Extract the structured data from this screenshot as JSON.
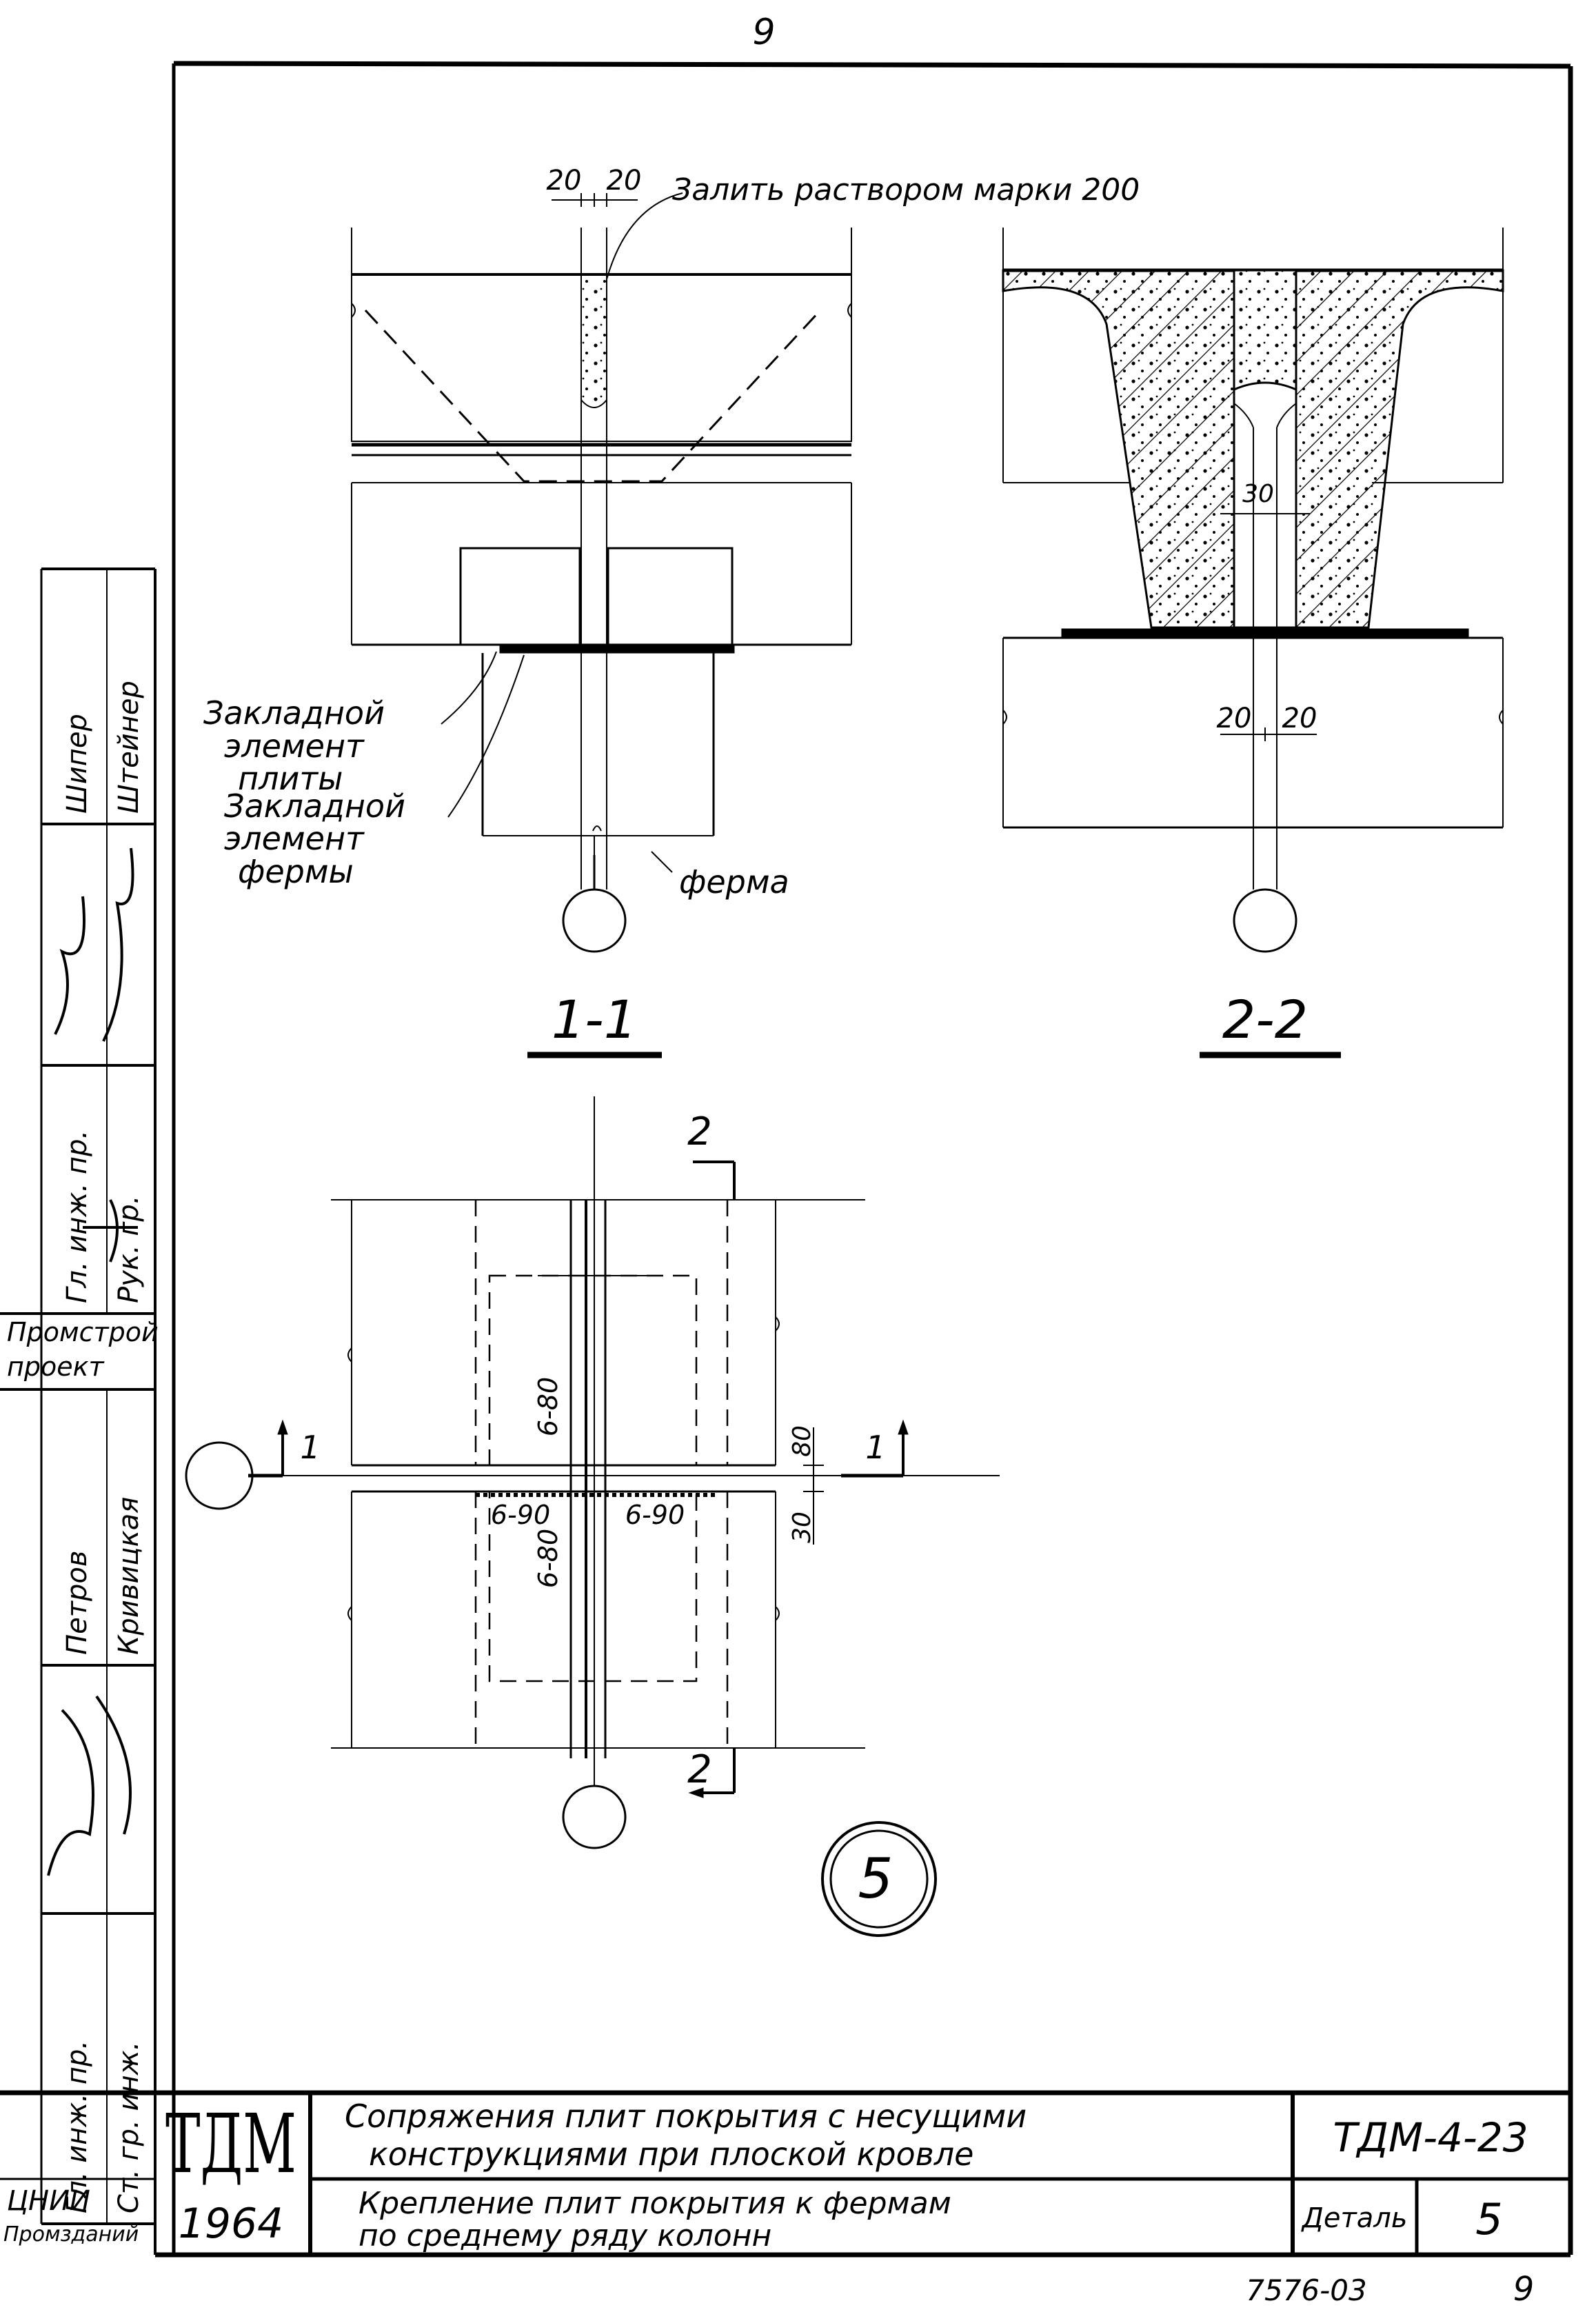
{
  "sheet": {
    "page_number": "9",
    "bottom_number": "9",
    "archive_number": "7576-03"
  },
  "section_1": {
    "label": "1-1",
    "dim_left": "20",
    "dim_right": "20",
    "callout_mortar": "Залить раствором марки 200",
    "callout_plate_embed": [
      "Закладной",
      "элемент",
      "плиты"
    ],
    "callout_truss_embed": [
      "Закладной",
      "элемент",
      "фермы"
    ],
    "callout_truss": "ферма"
  },
  "section_2": {
    "label": "2-2",
    "dim_gap": "30",
    "dim_left": "20",
    "dim_right": "20"
  },
  "plan": {
    "cut1_left": "1",
    "cut1_right": "1",
    "cut2_top": "2",
    "cut2_bottom": "2",
    "dim_80": "80",
    "dim_30": "30",
    "weld_top": "6-80",
    "weld_bottom": "6-80",
    "weld_left": "6-90",
    "weld_right": "6-90"
  },
  "detail_marker": "5",
  "title_block": {
    "title_line1": "Сопряжения плит покрытия с несущими",
    "title_line2": "конструкциями при плоской кровле",
    "subtitle_line1": "Крепление плит покрытия к фермам",
    "subtitle_line2": "по среднему ряду колонн",
    "code": "ТДМ-4-23",
    "detail_label": "Деталь",
    "detail_number": "5",
    "org": "ТДМ",
    "year": "1964",
    "org_side": "ЦНИИ",
    "org_side2": "Промзданий"
  },
  "side_stamp": {
    "col_name1": "Шипер",
    "col_name2": "Штейнер",
    "role1": "Гл. инж. пр.",
    "role2": "Рук. гр.",
    "org1": "Промстрой",
    "org2": "проект",
    "name3": "Петров",
    "name4": "Кривицкая",
    "role3": "Гл. инж. пр.",
    "role4": "Ст. гр. инж."
  }
}
